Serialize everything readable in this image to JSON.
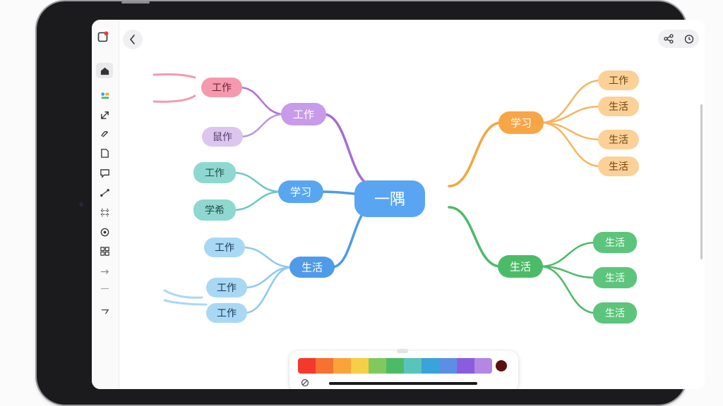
{
  "toolbar_tools": [
    {
      "name": "home-icon"
    },
    {
      "name": "shapes-icon"
    },
    {
      "name": "arrow-expand-icon"
    },
    {
      "name": "pen-icon"
    },
    {
      "name": "document-icon"
    },
    {
      "name": "comment-icon"
    },
    {
      "name": "connector-icon"
    },
    {
      "name": "layout-icon"
    },
    {
      "name": "style-icon"
    },
    {
      "name": "grid-icon"
    },
    {
      "name": "arrow-icon"
    },
    {
      "name": "line-icon"
    },
    {
      "name": "collapse-icon"
    }
  ],
  "mindmap": {
    "central": {
      "label": "一隅",
      "color": "#5aa5f2"
    },
    "branches": [
      {
        "label": "工作",
        "color": "#a46fd3",
        "fill": "#c79be9",
        "children": [
          {
            "label": "工作",
            "fill": "#f59aae",
            "text": "#6b2030"
          },
          {
            "label": "鼠作",
            "fill": "#dcc6f0",
            "text": "#5a4070"
          }
        ]
      },
      {
        "label": "学习",
        "color": "#4f9be8",
        "fill": "#59a6f0",
        "children": [
          {
            "label": "工作",
            "fill": "#8fd8cf",
            "text": "#1f4d47"
          },
          {
            "label": "学希",
            "fill": "#8fd8cf",
            "text": "#1f4d47"
          }
        ]
      },
      {
        "label": "生活",
        "color": "#4f9be8",
        "fill": "#4f9be8",
        "children": [
          {
            "label": "工作",
            "fill": "#a9d8f4",
            "text": "#1d3b55"
          },
          {
            "label": "工作",
            "fill": "#a9d8f4",
            "text": "#1d3b55"
          },
          {
            "label": "工作",
            "fill": "#a9d8f4",
            "text": "#1d3b55"
          }
        ]
      },
      {
        "label": "学习",
        "color": "#f5a53c",
        "fill": "#f8a545",
        "children": [
          {
            "label": "工作",
            "fill": "#fbd197",
            "text": "#6d4210"
          },
          {
            "label": "生活",
            "fill": "#fbd197",
            "text": "#6d4210"
          },
          {
            "label": "生活",
            "fill": "#fbd197",
            "text": "#6d4210"
          },
          {
            "label": "生活",
            "fill": "#fbd197",
            "text": "#6d4210"
          }
        ]
      },
      {
        "label": "生活",
        "color": "#4cbb67",
        "fill": "#4cbb67",
        "children": [
          {
            "label": "生活",
            "fill": "#5cc57b",
            "text": "#ffffff"
          },
          {
            "label": "生活",
            "fill": "#5cc57b",
            "text": "#ffffff"
          },
          {
            "label": "生活",
            "fill": "#5cc57b",
            "text": "#ffffff"
          }
        ]
      }
    ]
  },
  "palette": {
    "colors": [
      "#f5382c",
      "#f77131",
      "#f9a43b",
      "#f6cf47",
      "#82c95d",
      "#4cbb67",
      "#59c4b9",
      "#3aa3d9",
      "#5b8fe6",
      "#8a5ddf",
      "#b387e3"
    ],
    "selected": "#5c0f0f"
  }
}
